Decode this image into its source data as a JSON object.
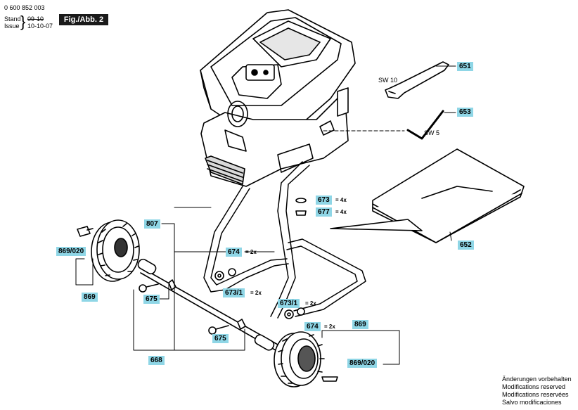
{
  "header": {
    "doc_number": "0 600 852 003",
    "stand_label": "Stand",
    "issue_label": "Issue",
    "stand_old": "09-10",
    "stand_date": "10-10-07",
    "figure_title": "Fig./Abb. 2"
  },
  "parts": {
    "p651": "651",
    "p653": "653",
    "p673": "673",
    "p673_qty": "= 4x",
    "p677": "677",
    "p677_qty": "= 4x",
    "p652": "652",
    "p807": "807",
    "p674a": "674",
    "p674a_qty": "= 2x",
    "p673_1a": "673/1",
    "p673_1a_qty": "= 2x",
    "p673_1b": "673/1",
    "p673_1b_qty": "= 2x",
    "p674b": "674",
    "p674b_qty": "= 2x",
    "p869_020a": "869/020",
    "p869a": "869",
    "p675a": "675",
    "p675b": "675",
    "p668": "668",
    "p869b": "869",
    "p869_020b": "869/020",
    "sw10": "SW 10",
    "sw5": "SW 5"
  },
  "footer": {
    "line1": "Änderungen vorbehalten",
    "line2": "Modifications reserved",
    "line3": "Modifications reservées",
    "line4": "Salvo modificaciones"
  },
  "colors": {
    "label_bg": "#8fd6e6",
    "figure_bg": "#1a1a1a"
  }
}
